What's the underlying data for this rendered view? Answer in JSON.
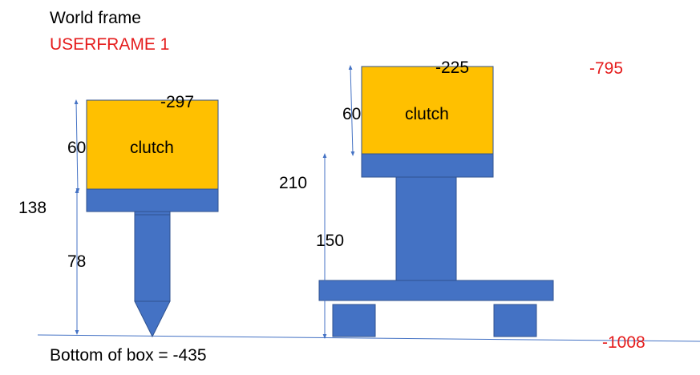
{
  "header": {
    "world_frame": "World frame",
    "userframe": "USERFRAME 1"
  },
  "left_assembly": {
    "clutch_label": "clutch",
    "top_value": "-297",
    "clutch_height": "60",
    "total_height": "138",
    "shaft_height": "78"
  },
  "right_assembly": {
    "clutch_label": "clutch",
    "top_value": "-225",
    "clutch_height": "60",
    "stack_height": "210",
    "stand_height": "150",
    "userframe_top": "-795"
  },
  "footer": {
    "bottom_label": "Bottom of box = -435",
    "userframe_bottom": "-1008"
  },
  "colors": {
    "clutch_fill": "#ffc000",
    "part_fill": "#4472c4",
    "part_stroke": "#2f528f",
    "userframe_text": "#e51c1c",
    "world_text": "#000000"
  }
}
